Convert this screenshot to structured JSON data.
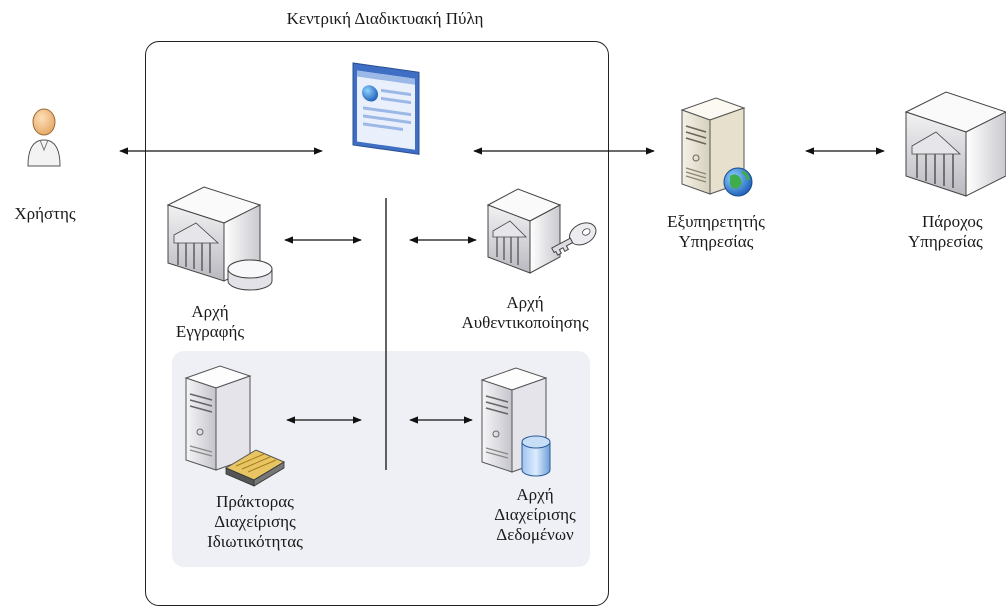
{
  "portal": {
    "title": "Κεντρική Διαδικτυακή Πύλη"
  },
  "user": {
    "label": "Χρήστης",
    "icon": "user-icon"
  },
  "service_server": {
    "label_lines": [
      "Εξυπηρετητής",
      "Υπηρεσίας"
    ],
    "icon": "web-server-globe-icon"
  },
  "service_provider": {
    "label_lines": [
      "Πάροχος",
      "Υπηρεσίας"
    ],
    "icon": "institution-building-icon"
  },
  "registration_authority": {
    "label_lines": [
      "Αρχή",
      "Εγγραφής"
    ],
    "icon": "building-database-icon"
  },
  "authentication_authority": {
    "label_lines": [
      "Αρχή",
      "Αυθεντικοποίησης"
    ],
    "icon": "building-key-icon"
  },
  "privacy_agent": {
    "label_lines": [
      "Πράκτορας",
      "Διαχείρισης",
      "Ιδιωτικότητας"
    ],
    "icon": "server-firewall-icon"
  },
  "data_authority": {
    "label_lines": [
      "Αρχή",
      "Διαχείρισης",
      "Δεδομένων"
    ],
    "icon": "server-database-icon"
  },
  "colors": {
    "panel": "#eef0f5",
    "line": "#111111",
    "web_page_blue": "#4a78c8"
  }
}
